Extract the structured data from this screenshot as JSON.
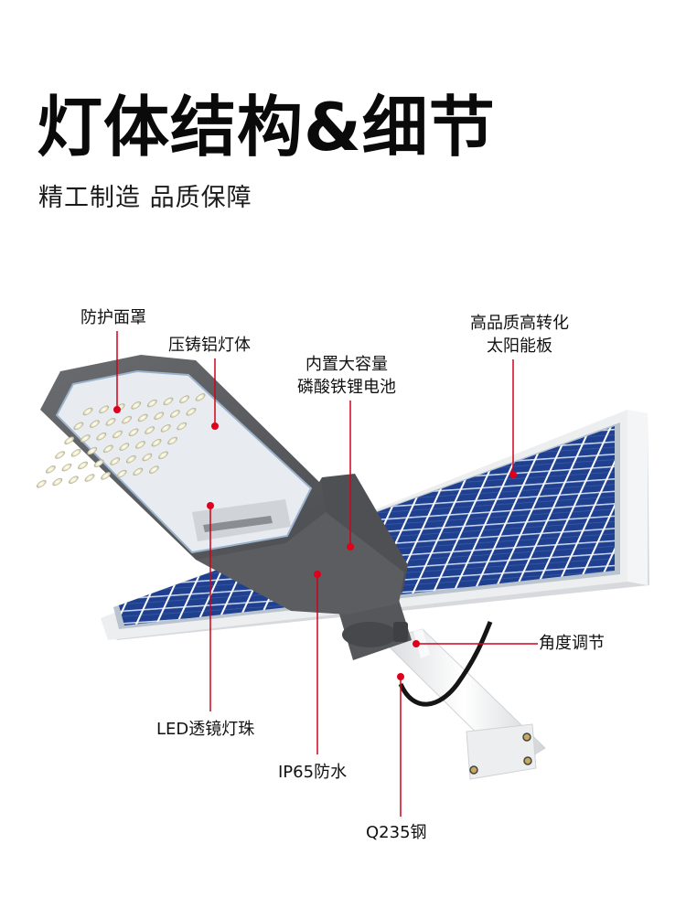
{
  "header": {
    "title": "灯体结构&细节",
    "subtitle": "精工制造 品质保障"
  },
  "callouts": [
    {
      "id": "cover",
      "lines": [
        "防护面罩"
      ]
    },
    {
      "id": "housing",
      "lines": [
        "压铸铝灯体"
      ]
    },
    {
      "id": "battery",
      "lines": [
        "内置大容量",
        "磷酸铁锂电池"
      ]
    },
    {
      "id": "solar-panel",
      "lines": [
        "高品质高转化",
        "太阳能板"
      ]
    },
    {
      "id": "angle",
      "lines": [
        "角度调节"
      ]
    },
    {
      "id": "led",
      "lines": [
        "LED透镜灯珠"
      ]
    },
    {
      "id": "waterproof",
      "lines": [
        "IP65防水"
      ]
    },
    {
      "id": "steel",
      "lines": [
        "Q235钢"
      ]
    }
  ],
  "colors": {
    "callout_red": "#d0021b",
    "panel_blue": "#1f3f8f",
    "lamp_gray": "#5e6063",
    "frame_white": "#eef0f2"
  }
}
